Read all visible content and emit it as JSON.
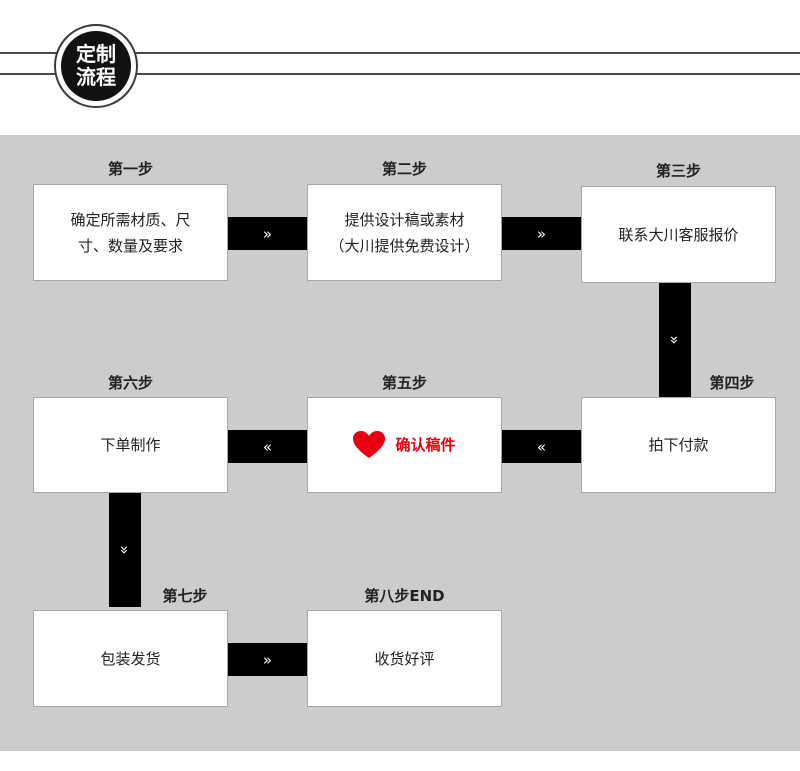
{
  "header": {
    "badge_line1": "定制",
    "badge_line2": "流程"
  },
  "colors": {
    "panel_bg": "#cdcbce",
    "connector": "#000000",
    "accent": "#e60012"
  },
  "steps": [
    {
      "label": "第一步",
      "text_lines": [
        "确定所需材质、尺",
        "寸、数量及要求"
      ]
    },
    {
      "label": "第二步",
      "text_lines": [
        "提供设计稿或素材",
        "（大川提供免费设计）"
      ]
    },
    {
      "label": "第三步",
      "text_lines": [
        "联系大川客服报价"
      ]
    },
    {
      "label": "第四步",
      "text_lines": [
        "拍下付款"
      ]
    },
    {
      "label": "第五步",
      "text_lines": [
        "确认稿件"
      ],
      "icon": "heart-icon"
    },
    {
      "label": "第六步",
      "text_lines": [
        "下单制作"
      ]
    },
    {
      "label": "第七步",
      "text_lines": [
        "包装发货"
      ]
    },
    {
      "label": "第八步END",
      "text_lines": [
        "收货好评"
      ]
    }
  ],
  "arrows": {
    "right": "»",
    "left": "«",
    "down": "»"
  }
}
